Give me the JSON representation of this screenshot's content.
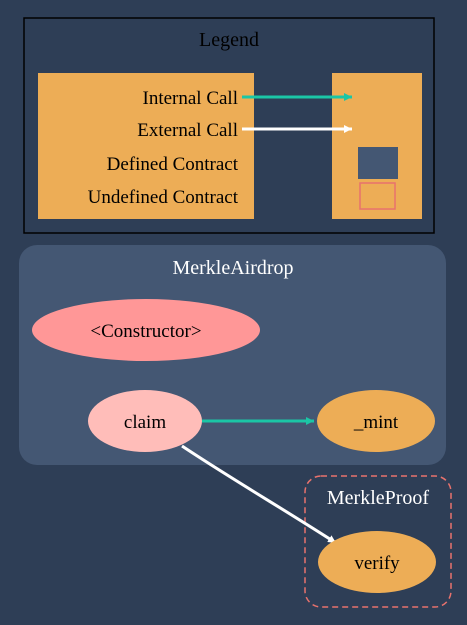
{
  "legend": {
    "title": "Legend",
    "items": [
      "Internal Call",
      "External Call",
      "Defined Contract",
      "Undefined Contract"
    ]
  },
  "clusters": {
    "merkle_airdrop": {
      "label": "MerkleAirdrop"
    },
    "merkle_proof": {
      "label": "MerkleProof"
    }
  },
  "nodes": {
    "constructor": "<Constructor>",
    "claim": "claim",
    "mint": "_mint",
    "verify": "verify"
  },
  "colors": {
    "background": "#2e3e56",
    "cluster_fill": "#445773",
    "legend_orange": "#edad56",
    "internal_call": "#1bc6a6",
    "external_call": "#ffffff",
    "constructor_fill": "#ff9797",
    "function_fill": "#ffbdb9",
    "undefined_border": "#e8726d"
  }
}
